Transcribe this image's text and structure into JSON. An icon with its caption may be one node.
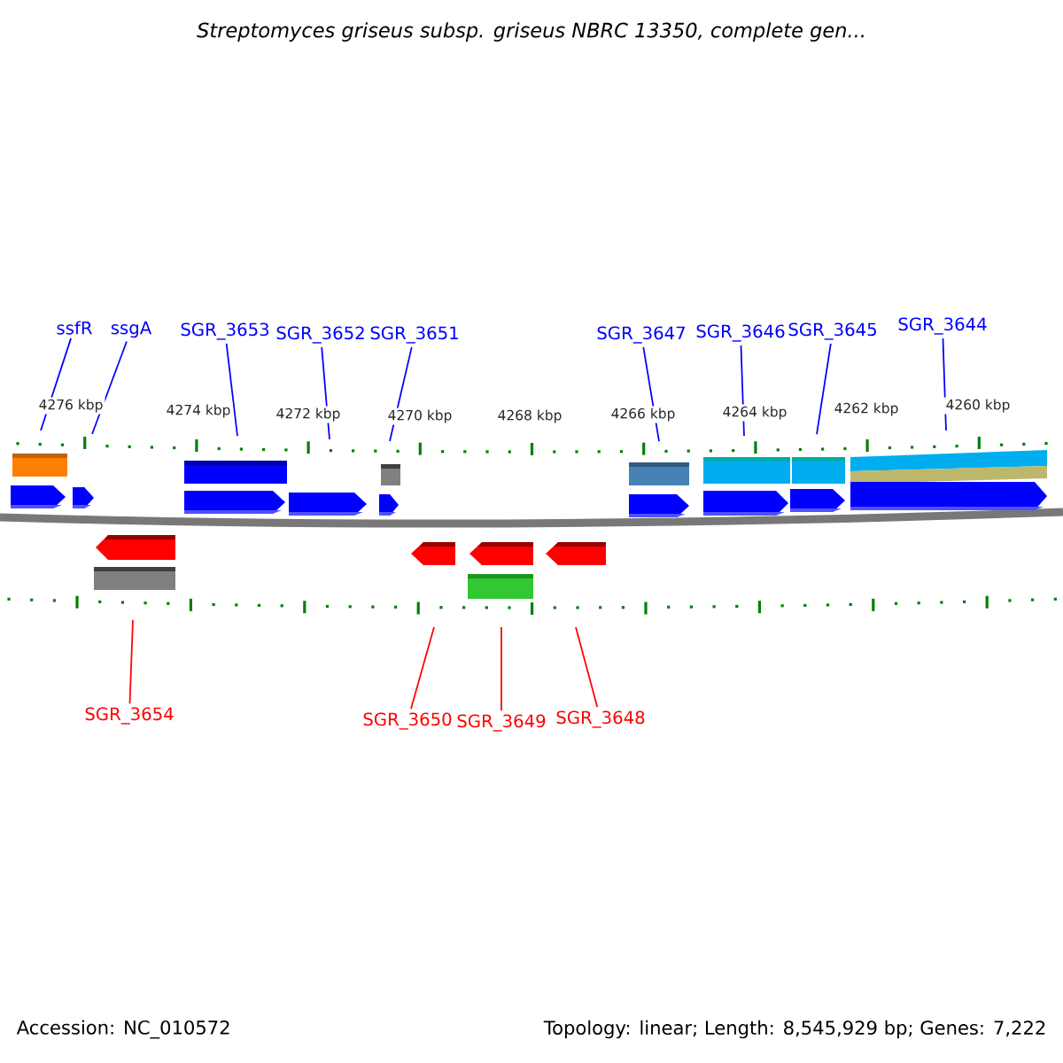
{
  "diagram": {
    "title": "Streptomyces griseus subsp. griseus NBRC 13350, complete gen...",
    "nodes": [
      {
        "text": [
          "ssfR"
        ]
      },
      {
        "text": [
          "ssgA"
        ]
      },
      {
        "text": [
          "SGR_3653"
        ]
      },
      {
        "text": [
          "SGR_3652"
        ]
      },
      {
        "text": [
          "SGR_3651"
        ]
      },
      {
        "text": [
          "SGR_3647"
        ]
      },
      {
        "text": [
          "SGR_3646"
        ]
      },
      {
        "text": [
          "SGR_3645"
        ]
      },
      {
        "text": [
          "SGR_3644"
        ]
      },
      {
        "text": [
          "SGR_3654"
        ]
      },
      {
        "text": [
          "SGR_3650"
        ]
      },
      {
        "text": [
          "SGR_3649"
        ]
      },
      {
        "text": [
          "SGR_3648"
        ]
      }
    ],
    "edges": [
      {
        "from": 0,
        "to": null,
        "arrow": "none"
      },
      {
        "from": 1,
        "to": null,
        "arrow": "none"
      },
      {
        "from": 2,
        "to": null,
        "arrow": "none"
      },
      {
        "from": 3,
        "to": null,
        "arrow": "none"
      },
      {
        "from": 4,
        "to": null,
        "arrow": "none"
      },
      {
        "from": 5,
        "to": null,
        "arrow": "none"
      },
      {
        "from": 6,
        "to": null,
        "arrow": "none"
      },
      {
        "from": 7,
        "to": null,
        "arrow": "none"
      },
      {
        "from": 8,
        "to": null,
        "arrow": "none"
      },
      {
        "from": 9,
        "to": null,
        "arrow": "none",
        "color": "#ff0000"
      },
      {
        "from": 10,
        "to": null,
        "arrow": "none",
        "color": "#ff0000"
      },
      {
        "from": 11,
        "to": null,
        "arrow": "none",
        "color": "#ff0000"
      },
      {
        "from": 12,
        "to": null,
        "arrow": "none",
        "color": "#ff0000"
      }
    ],
    "labels": [
      "4276 kbp",
      "4274 kbp",
      "4272 kbp",
      "4270 kbp",
      "4268 kbp",
      "4266 kbp",
      "4264 kbp",
      "4262 kbp",
      "4260 kbp",
      "Accession: NC_010572",
      "Topology: linear; Length: 8,545,929 bp; Genes: 7,222"
    ]
  }
}
